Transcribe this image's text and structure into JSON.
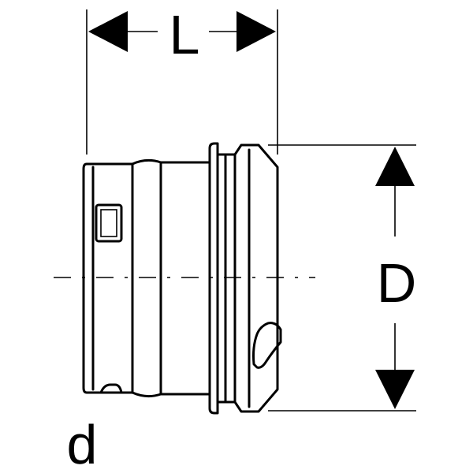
{
  "dimensions": {
    "length_label": "L",
    "outer_diameter_label": "D",
    "pipe_diameter_label": "d"
  }
}
